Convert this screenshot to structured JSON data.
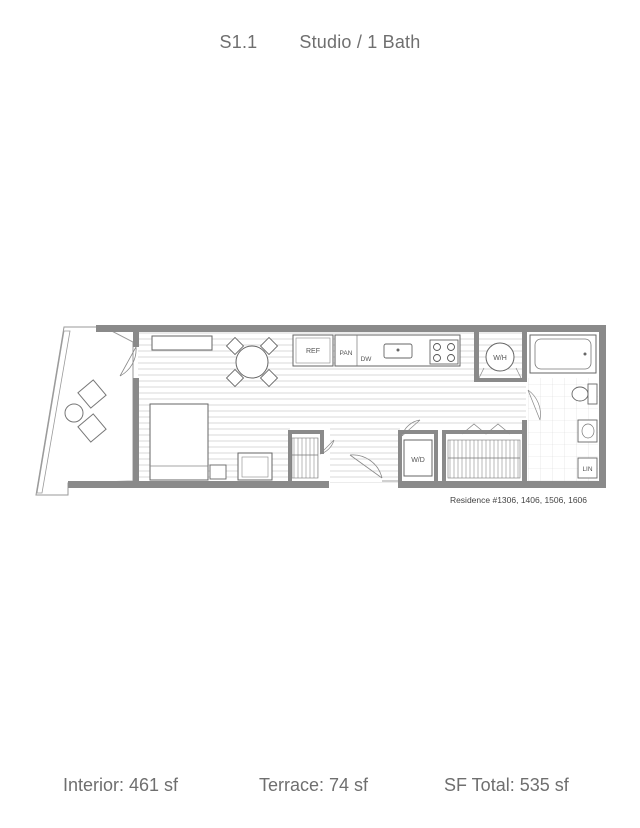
{
  "header": {
    "unit_code": "S1.1",
    "unit_type": "Studio / 1 Bath"
  },
  "plan_labels": {
    "ref": "REF",
    "pan": "PAN",
    "dw": "DW",
    "wh": "W/H",
    "wd": "W/D",
    "lin": "LIN",
    "residence": "Residence #1306, 1406, 1506, 1606"
  },
  "footer": {
    "interior": "Interior: 461 sf",
    "terrace": "Terrace: 74 sf",
    "total": "SF Total: 535 sf"
  }
}
